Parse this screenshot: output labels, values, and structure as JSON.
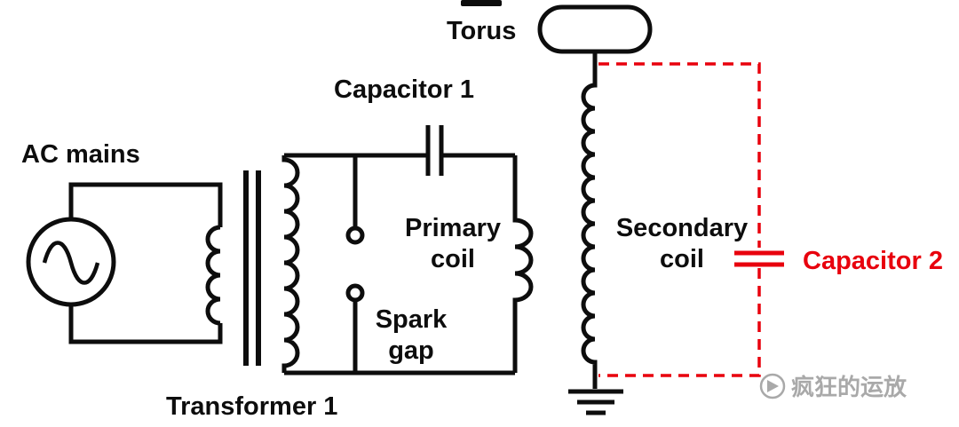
{
  "diagram": {
    "labels": {
      "ac_mains": "AC mains",
      "transformer": "Transformer 1",
      "capacitor1": "Capacitor 1",
      "torus": "Torus",
      "primary_coil": [
        "Primary",
        "coil"
      ],
      "spark_gap": [
        "Spark",
        "gap"
      ],
      "secondary_coil": [
        "Secondary",
        "coil"
      ],
      "capacitor2": "Capacitor 2"
    },
    "colors": {
      "wire_black": "#0d0d0d",
      "capacitor2_red": "#e8000d",
      "watermark_gray": "#a9a9a9",
      "background": "#ffffff"
    }
  },
  "watermark": {
    "text": "疯狂的运放"
  }
}
